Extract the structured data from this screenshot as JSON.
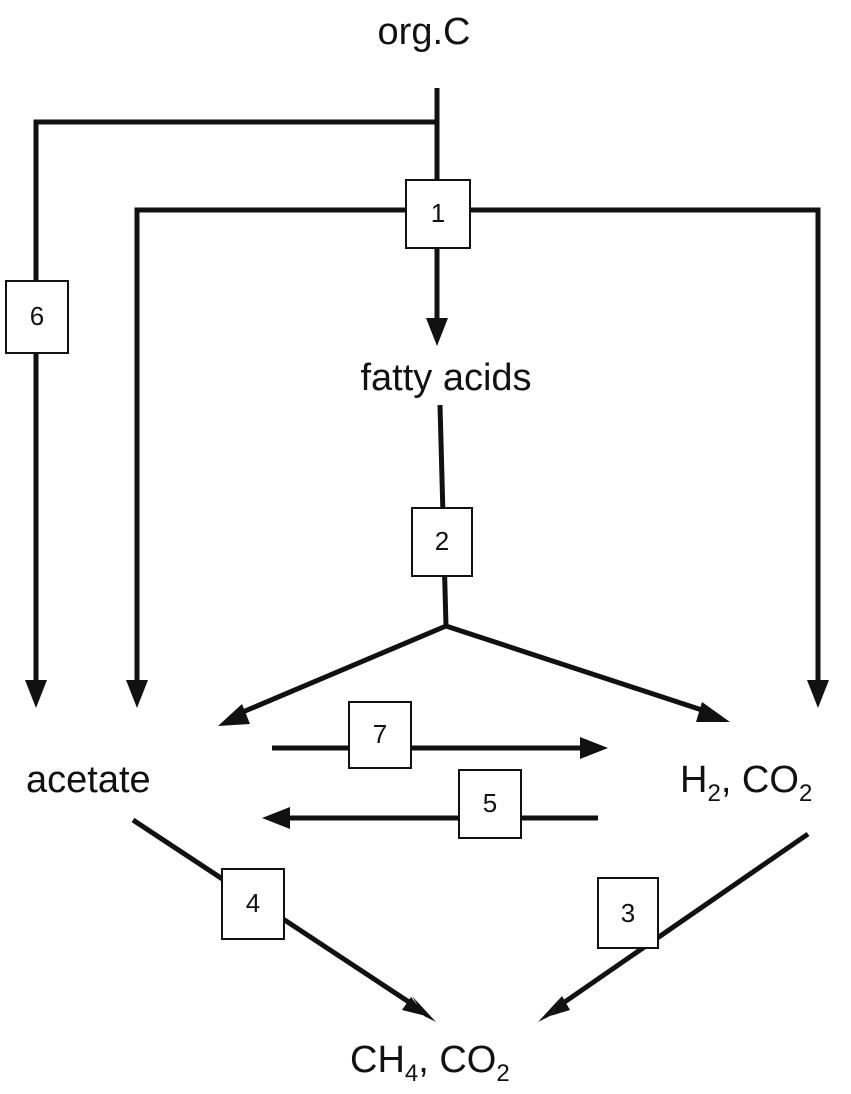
{
  "nodes": {
    "org_c": "org.C",
    "fatty_acids": "fatty acids",
    "acetate": "acetate",
    "h2_co2": {
      "p1": "H",
      "s1": "2",
      "p2": ", CO",
      "s2": "2"
    },
    "ch4_co2": {
      "p1": "CH",
      "s1": "4",
      "p2": ", CO",
      "s2": "2"
    }
  },
  "steps": {
    "s1": "1",
    "s2": "2",
    "s3": "3",
    "s4": "4",
    "s5": "5",
    "s6": "6",
    "s7": "7"
  },
  "colors": {
    "stroke": "#111111",
    "background": "#ffffff"
  }
}
